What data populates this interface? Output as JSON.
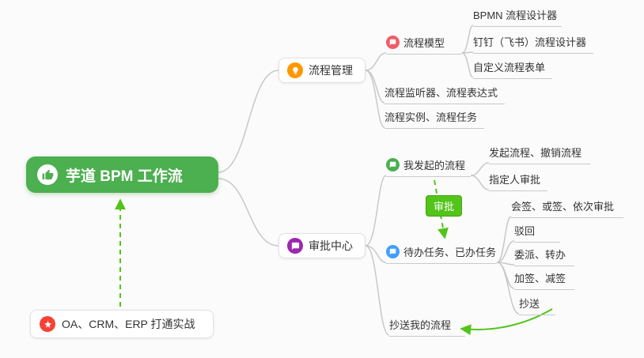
{
  "mindmap": {
    "root": {
      "label": "芋道 BPM 工作流",
      "icon": "thumbs-up",
      "color": "#4caf50"
    },
    "process_management": {
      "label": "流程管理",
      "icon": "lightbulb",
      "process_model": {
        "label": "流程模型",
        "icon": "chat-bubble",
        "items": [
          "BPMN 流程设计器",
          "钉钉（飞书）流程设计器",
          "自定义流程表单"
        ]
      },
      "listener": "流程监听器、流程表达式",
      "instance": "流程实例、流程任务"
    },
    "approval_center": {
      "label": "审批中心",
      "icon": "chat-bubble",
      "my_initiated": {
        "label": "我发起的流程",
        "icon": "chat-bubble",
        "items": [
          "发起流程、撤销流程",
          "指定人审批"
        ]
      },
      "edge_label": "审批",
      "todo_done": {
        "label": "待办任务、已办任务",
        "icon": "chat-bubble",
        "items": [
          "会签、或签、依次审批",
          "驳回",
          "委派、转办",
          "加签、减签",
          "抄送"
        ]
      },
      "cc_my": "抄送我的流程"
    },
    "practice": {
      "label": "OA、CRM、ERP 打通实战",
      "icon": "star"
    },
    "colors": {
      "root_green": "#4caf50",
      "arrow_green": "#52c41a",
      "line_gray": "#c8c8c8",
      "icon_orange": "#ff9800",
      "icon_purple": "#9c27b0",
      "icon_red": "#f25b68",
      "icon_green": "#4caf50",
      "icon_blue": "#409eff",
      "icon_star_red": "#f44336"
    }
  }
}
